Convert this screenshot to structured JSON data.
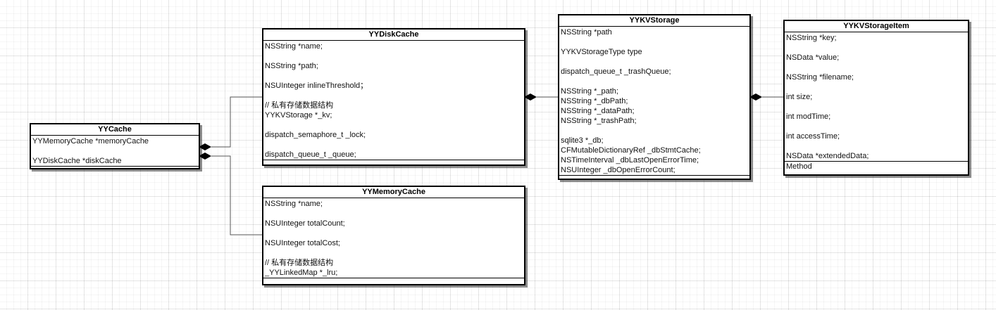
{
  "classes": [
    {
      "id": "yycache",
      "title": "YYCache",
      "lines": [
        "YYMemoryCache *memoryCache",
        "",
        "YYDiskCache *diskCache"
      ],
      "methods": ""
    },
    {
      "id": "yydiskcache",
      "title": "YYDiskCache",
      "lines": [
        "NSString *name;",
        "",
        "NSString *path;",
        "",
        "NSUInteger inlineThreshold；",
        "",
        "// 私有存储数据结构",
        "YYKVStorage *_kv;",
        "",
        "dispatch_semaphore_t _lock;",
        "",
        "dispatch_queue_t _queue;"
      ],
      "methods": ""
    },
    {
      "id": "yymemorycache",
      "title": "YYMemoryCache",
      "lines": [
        "NSString *name;",
        "",
        "NSUInteger totalCount;",
        "",
        "NSUInteger totalCost;",
        "",
        "// 私有存储数据结构",
        "_YYLinkedMap *_lru;"
      ],
      "methods": ""
    },
    {
      "id": "yykvstorage",
      "title": "YYKVStorage",
      "lines": [
        "NSString *path",
        "",
        "YYKVStorageType type",
        "",
        "dispatch_queue_t _trashQueue;",
        "",
        "NSString *_path;",
        "NSString *_dbPath;",
        "NSString *_dataPath;",
        "NSString *_trashPath;",
        "",
        "sqlite3 *_db;",
        "CFMutableDictionaryRef _dbStmtCache;",
        "NSTimeInterval _dbLastOpenErrorTime;",
        "NSUInteger _dbOpenErrorCount;"
      ],
      "methods": ""
    },
    {
      "id": "yykvstorageitem",
      "title": "YYKVStorageItem",
      "lines": [
        "NSString *key;",
        "",
        "NSData *value;",
        "",
        "NSString *filename;",
        "",
        "int size;",
        "",
        "int modTime;",
        "",
        "int accessTime;",
        "",
        "NSData *extendedData;"
      ],
      "methods": "Method"
    }
  ]
}
